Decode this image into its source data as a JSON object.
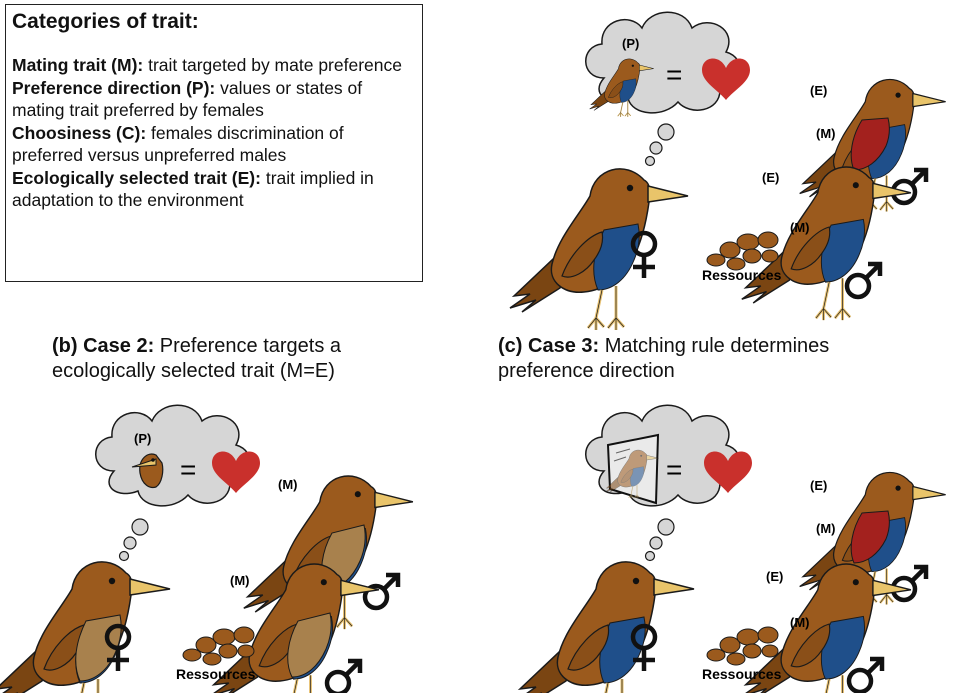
{
  "legend": {
    "title": "Categories of trait:",
    "items": [
      {
        "term": "Mating trait (M):",
        "desc": " trait targeted by mate preference"
      },
      {
        "term": "Preference direction (P):",
        "desc": " values or states of mating trait preferred by females"
      },
      {
        "term": "Choosiness (C):",
        "desc": " females discrimination of preferred versus unpreferred males"
      },
      {
        "term": "Ecologically selected trait (E):",
        "desc": " trait implied in adaptation to the environment"
      }
    ]
  },
  "case2": {
    "prefix": "(b) Case 2:",
    "text": " Preference targets a ecologically selected trait (M=E)"
  },
  "case3": {
    "prefix": "(c) Case 3:",
    "text": " Matching rule determines preference direction"
  },
  "labels": {
    "p": "(P)",
    "m": "(M)",
    "e": "(E)",
    "equals": "=",
    "resources": "Ressources"
  },
  "colors": {
    "bird_brown": "#9b5a1d",
    "wing_brown": "#8a4f18",
    "belly_blue": "#1f4f8a",
    "belly_red": "#a3211e",
    "belly_tan": "#a8814d",
    "beak": "#e9c46a",
    "legs": "#f0d27a",
    "bubble": "#d6d6d6",
    "heart": "#c9302c"
  },
  "icons": [
    "heart-icon",
    "female-symbol-icon",
    "male-symbol-icon",
    "bird-icon",
    "mirror-icon"
  ]
}
